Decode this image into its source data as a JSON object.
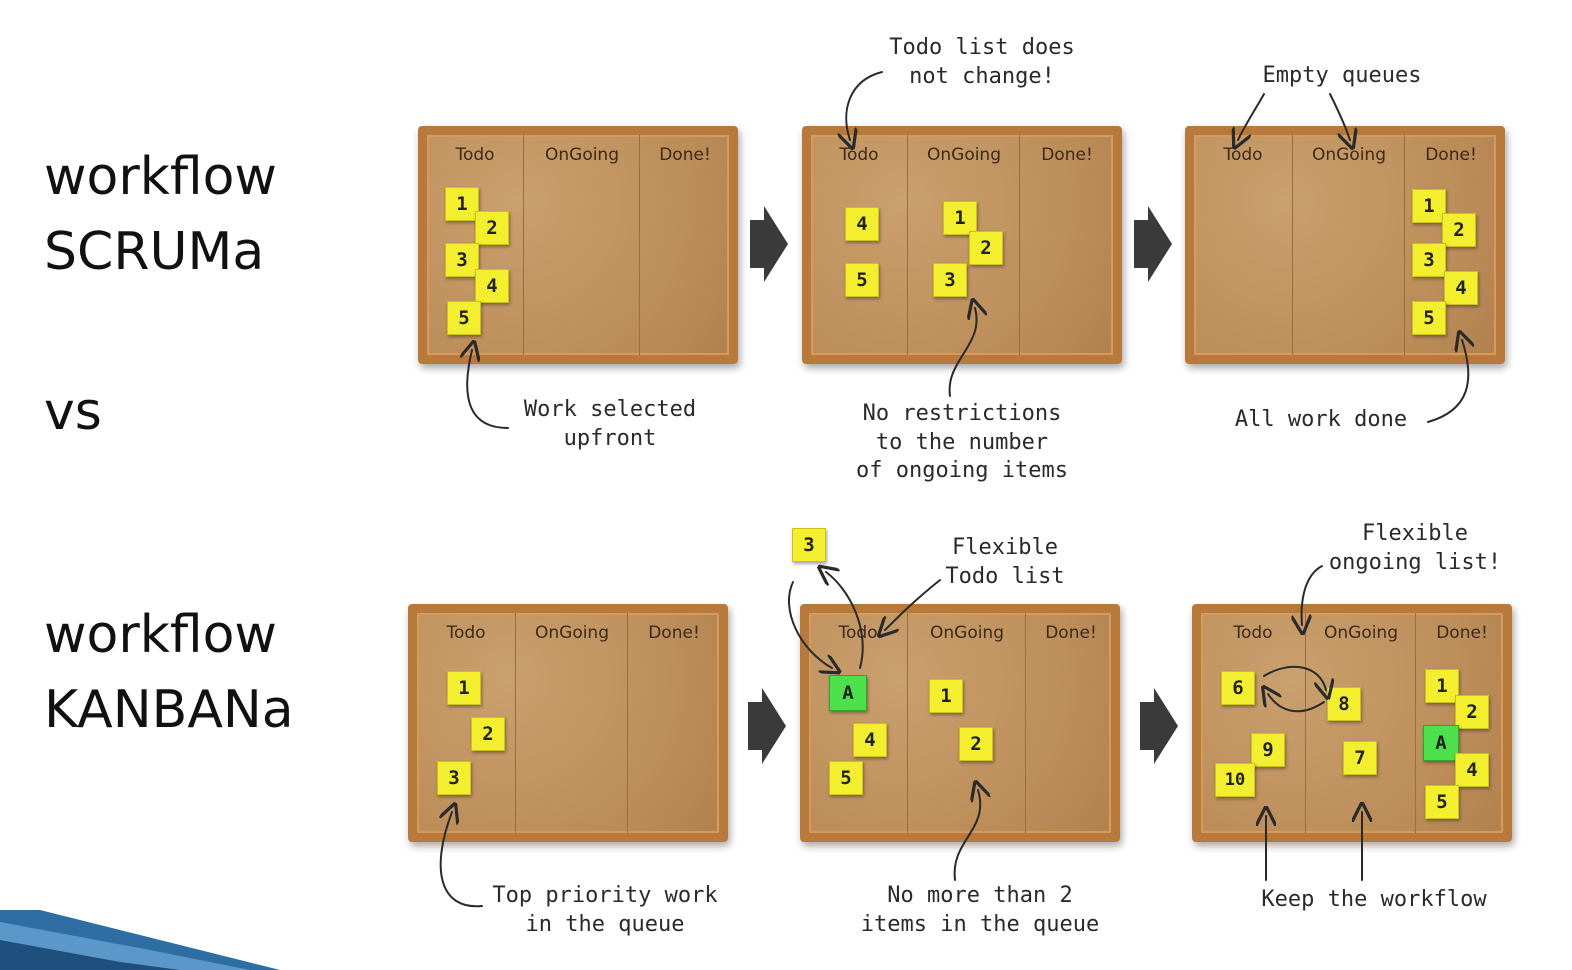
{
  "left_labels": {
    "scrum": "workflow\nSCRUMa",
    "vs": "vs",
    "kanban": "workflow\nKANBANa"
  },
  "columns": [
    "Todo",
    "OnGoing",
    "Done!"
  ],
  "scrum_boards": [
    {
      "notes": [
        "1",
        "2",
        "3",
        "4",
        "5"
      ]
    },
    {
      "notes": [
        "4",
        "5",
        "1",
        "2",
        "3"
      ]
    },
    {
      "notes": [
        "1",
        "2",
        "3",
        "4",
        "5"
      ]
    }
  ],
  "kanban_boards": [
    {
      "notes": [
        "1",
        "2",
        "3"
      ]
    },
    {
      "notes": [
        "A",
        "4",
        "5",
        "1",
        "2"
      ],
      "floating": "3"
    },
    {
      "notes": [
        "6",
        "9",
        "10",
        "8",
        "7",
        "1",
        "2",
        "A",
        "4",
        "5"
      ]
    }
  ],
  "annotations": {
    "scrum_top_mid": "Todo list does\nnot change!",
    "scrum_top_right": "Empty queues",
    "scrum_bottom_left": "Work selected\nupfront",
    "scrum_bottom_mid": "No restrictions\nto the number\nof ongoing items",
    "scrum_bottom_right": "All work done",
    "kanban_top_mid": "Flexible\nTodo list",
    "kanban_top_right": "Flexible\nongoing list!",
    "kanban_bottom_left": "Top priority work\nin the queue",
    "kanban_bottom_mid": "No more than 2\nitems in the queue",
    "kanban_bottom_right": "Keep the workflow"
  },
  "colors": {
    "cork": "#bb8c58",
    "frame": "#b77a3c",
    "sticky_yellow": "#f3ee2e",
    "sticky_green": "#4ce04a",
    "arrow_gray": "#3a3a3a",
    "corner_blue": "#2f6ea3"
  }
}
